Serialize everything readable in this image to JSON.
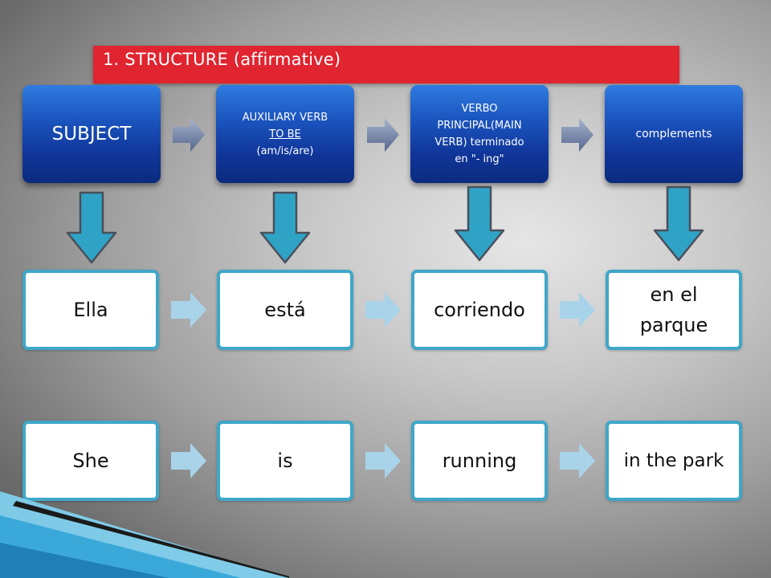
{
  "title": "1.  STRUCTURE (affirmative)",
  "headers": [
    {
      "lines": [
        "SUBJECT"
      ]
    },
    {
      "lines": [
        "AUXILIARY VERB",
        "TO BE",
        "(am/is/are)"
      ]
    },
    {
      "lines": [
        "VERBO",
        "PRINCIPAL(MAIN",
        "VERB) terminado",
        "en \"- ing\""
      ]
    },
    {
      "lines": [
        "complements"
      ]
    }
  ],
  "spanish_row": [
    "Ella",
    "está",
    "corriendo",
    "en el parque"
  ],
  "english_row": [
    "She",
    "is",
    "running",
    "in the park"
  ],
  "colors": {
    "title_bar": "#e02530",
    "header_box": "#1b55bf",
    "down_arrow": "#2fa3c6",
    "row_border": "#3fa7c8",
    "row_arrow": "#a9d3e9"
  }
}
